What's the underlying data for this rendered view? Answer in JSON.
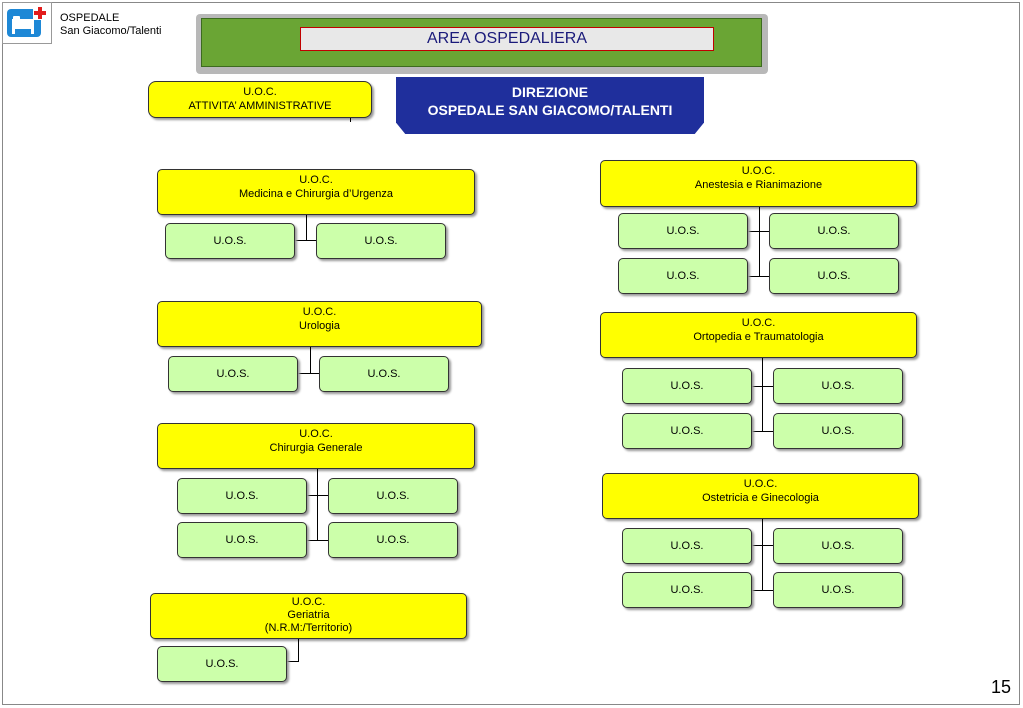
{
  "header": {
    "logo_line1": "OSPEDALE",
    "logo_line2": "San Giacomo/Talenti",
    "area_title": "AREA OSPEDALIERA",
    "direzione_line1": "DIREZIONE",
    "direzione_line2": "OSPEDALE SAN GIACOMO/TALENTI"
  },
  "admin": {
    "l1": "U.O.C.",
    "l2": "ATTIVITA’ AMMINISTRATIVE"
  },
  "units": {
    "medicina": {
      "l1": "U.O.C.",
      "l2": "Medicina e Chirurgia d’Urgenza"
    },
    "urologia": {
      "l1": "U.O.C.",
      "l2": "Urologia"
    },
    "chirurgia": {
      "l1": "U.O.C.",
      "l2": "Chirurgia Generale"
    },
    "geriatria": {
      "l1": "U.O.C.",
      "l2": "Geriatria",
      "l3": "(N.R.M:/Territorio)"
    },
    "anestesia": {
      "l1": "U.O.C.",
      "l2": "Anestesia e Rianimazione"
    },
    "ortopedia": {
      "l1": "U.O.C.",
      "l2": "Ortopedia e Traumatologia"
    },
    "ostetricia": {
      "l1": "U.O.C.",
      "l2": "Ostetricia e Ginecologia"
    }
  },
  "uos_label": "U.O.S.",
  "page_number": "15",
  "colors": {
    "uoc": "#ffff00",
    "uos": "#ccffaa",
    "band": "#6aa534",
    "direzione": "#1f2f9c"
  }
}
